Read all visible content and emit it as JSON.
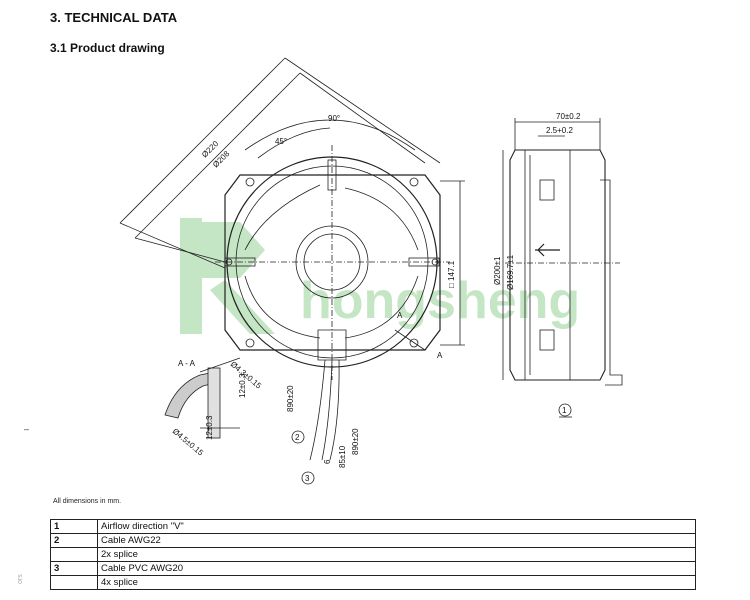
{
  "header": {
    "section_title": "3. TECHNICAL DATA",
    "subsection_title": "3.1 Product drawing"
  },
  "watermark": "hongsheng",
  "drawing_labels": {
    "d220": "Ø220",
    "d208": "Ø208",
    "angle90": "90°",
    "angle45": "45°",
    "dim147": "□ 147.1",
    "section": "A - A",
    "cut_a": "A",
    "hole1": "Ø4.3±0.15",
    "hole2": "Ø4.5±0.15",
    "dim12a": "12±0.3",
    "dim12b": "12±0.3",
    "cable890a": "890±20",
    "cable890b": "890±20",
    "dim85": "85±10",
    "dim6": "6",
    "dim70": "70±0.2",
    "dim25": "2.5+0.2",
    "dim200": "Ø200±1",
    "dim169": "Ø169.7±1",
    "callout1": "1",
    "callout2": "2",
    "callout3": "3"
  },
  "dimensions_note": "All dimensions in mm.",
  "legend_rows": [
    {
      "num": "1",
      "text": "Airflow direction \"V\""
    },
    {
      "num": "2",
      "text": "Cable AWG22"
    },
    {
      "num": "",
      "text": "2x splice"
    },
    {
      "num": "3",
      "text": "Cable PVC AWG20"
    },
    {
      "num": "",
      "text": "4x splice"
    }
  ],
  "side_mark": "–",
  "side_code": "ors"
}
